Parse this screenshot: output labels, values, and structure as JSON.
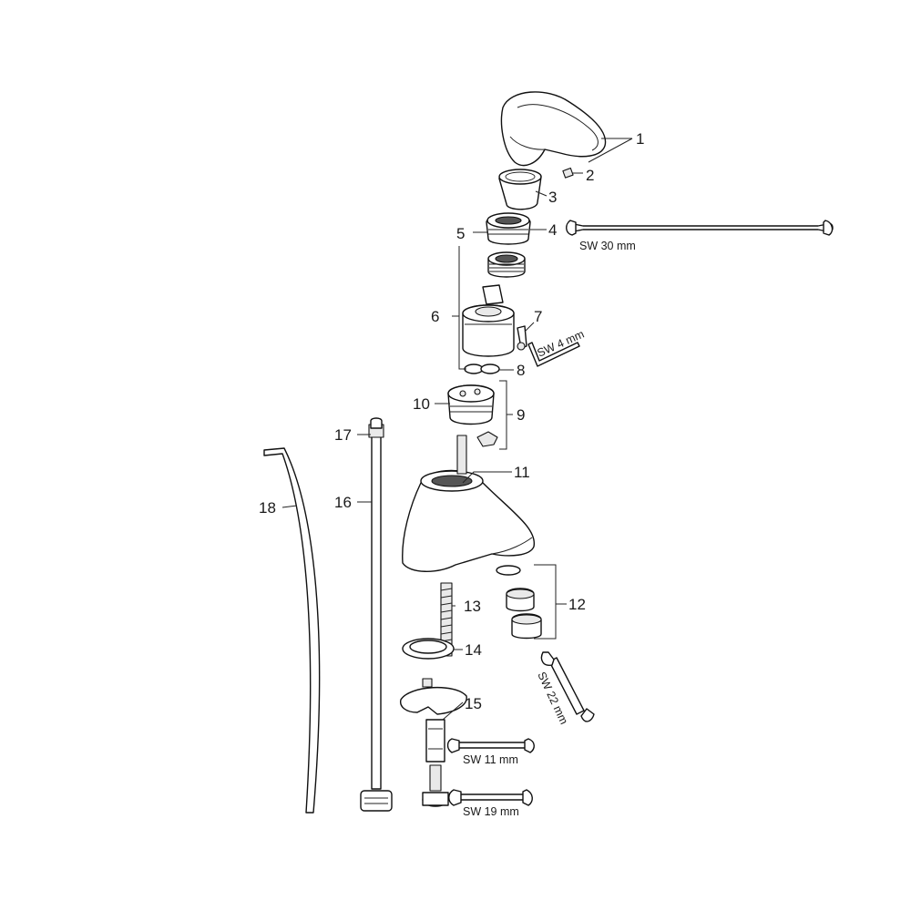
{
  "callouts": [
    "1",
    "2",
    "3",
    "4",
    "5",
    "6",
    "7",
    "8",
    "9",
    "10",
    "11",
    "12",
    "13",
    "14",
    "15",
    "16",
    "17",
    "18"
  ],
  "tools": {
    "sw30": "SW 30 mm",
    "sw4": "SW 4 mm",
    "sw22": "SW 22 mm",
    "sw11": "SW 11 mm",
    "sw19": "SW 19 mm"
  }
}
